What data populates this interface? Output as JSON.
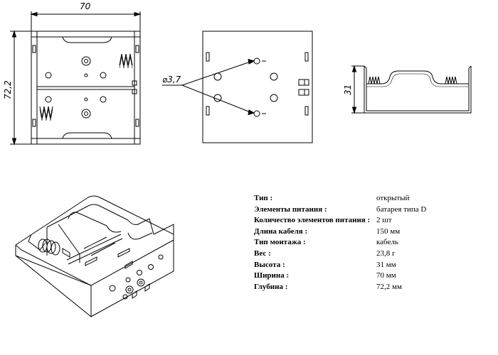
{
  "dimensions": {
    "width_label": "70",
    "depth_label": "72,2",
    "height_label": "31",
    "hole_label": "⌀3,7"
  },
  "specs": [
    {
      "key": "Тип :",
      "value": "открытый"
    },
    {
      "key": "Элементы питания :",
      "value": "батарея типа D"
    },
    {
      "key": "Количество элементов питания :",
      "value": "2 шт"
    },
    {
      "key": "Длина кабеля :",
      "value": "150 мм"
    },
    {
      "key": "Тип монтажа :",
      "value": "кабель"
    },
    {
      "key": "Вес :",
      "value": "23,8 г"
    },
    {
      "key": "Высота :",
      "value": "31 мм"
    },
    {
      "key": "Ширина :",
      "value": "70 мм"
    },
    {
      "key": "Глубина :",
      "value": "72,2 мм"
    }
  ]
}
